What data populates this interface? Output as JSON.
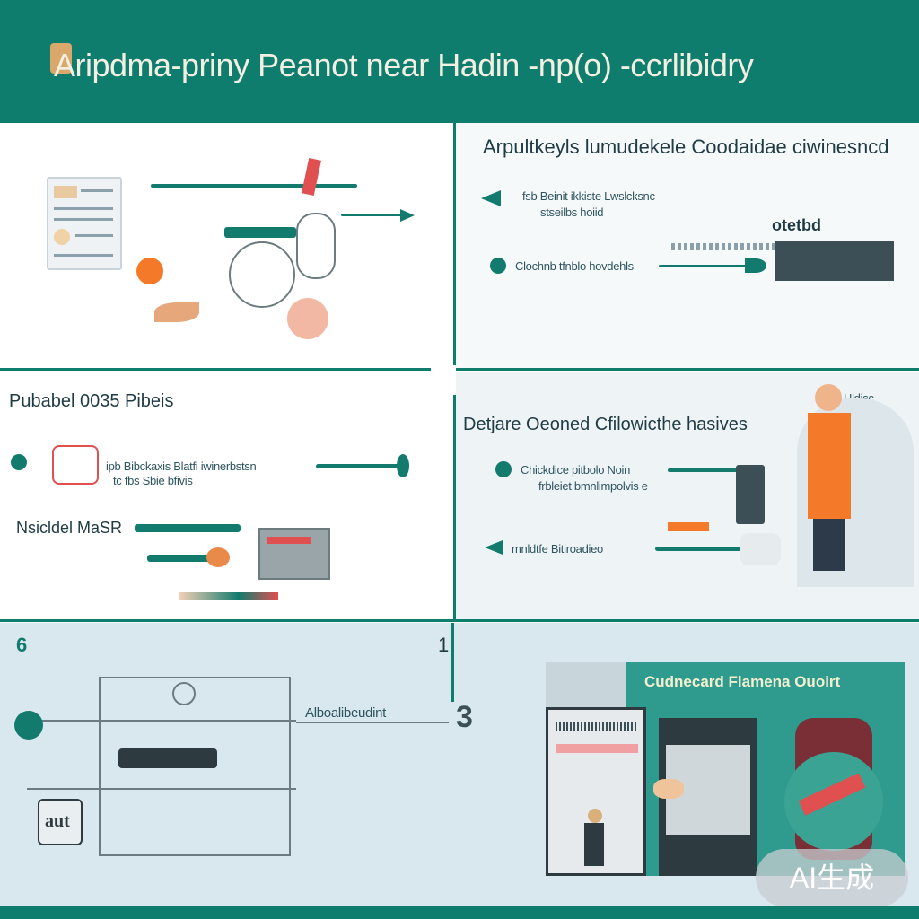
{
  "header": {
    "title": "Aripdma-priny Peanot  near Hadin -np(o) -ccrlibidry"
  },
  "panels": {
    "p2": {
      "heading": "Arpultkeyls lumudekele Coodaidae ciwinesncd",
      "note1": "fsb Beinit ikkiste  Lwslcksnc",
      "note2": "stseilbs hoiid",
      "tag": "otetbd",
      "note3": "Clochnb tfnblo hovdehls"
    },
    "p3": {
      "heading": "Pubabel 0035 Pibeis",
      "note1": "ipb Bibckaxis Blatfi iwinerbstsn",
      "note2": "tc fbs Sbie bfivis",
      "label": "Nsicldel MaSR"
    },
    "p4": {
      "heading": "Detjare Oeoned Cfilowicthe hasives",
      "note1": "Chickdice pitbolo Noin",
      "note2": "frbleiet bmnlimpolvis e",
      "note3": "mnldtfe Bitiroadieo",
      "tag": "Hldisc"
    },
    "p5": {
      "num_left": "6",
      "num_top": "1",
      "num_mid": "3",
      "label_mid": "Alboalibeudint",
      "card_title": "Cudnecard Flamena Ouoirt",
      "box_text": "aut"
    }
  },
  "badge": "AI生成",
  "colors": {
    "brand": "#0f7d6e",
    "accent_orange": "#f47a2a",
    "accent_red": "#e05050"
  }
}
